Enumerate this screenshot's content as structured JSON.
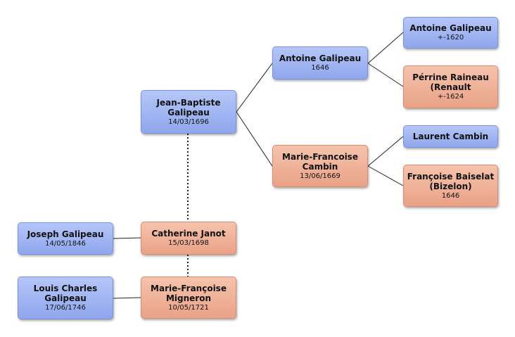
{
  "people": {
    "jean_baptiste": {
      "name": "Jean-Baptiste Galipeau",
      "date": "14/03/1696"
    },
    "antoine_1646": {
      "name": "Antoine Galipeau",
      "date": "1646"
    },
    "antoine_1620": {
      "name": "Antoine Galipeau",
      "date": "+-1620"
    },
    "perrine": {
      "name": "Pérrine Raineau (Renault",
      "date": "+-1624"
    },
    "marie_francoise_cambin": {
      "name": "Marie-Francoise Cambin",
      "date": "13/06/1669"
    },
    "laurent": {
      "name": "Laurent Cambin",
      "date": ""
    },
    "francoise": {
      "name": "Françoise Baiselat (Bizelon)",
      "date": "1646"
    },
    "joseph": {
      "name": "Joseph Galipeau",
      "date": "14/05/1846"
    },
    "catherine": {
      "name": "Catherine Janot",
      "date": "15/03/1698"
    },
    "louis_charles": {
      "name": "Louis Charles Galipeau",
      "date": "17/06/1746"
    },
    "marie_francoise_migneron": {
      "name": "Marie-Françoise Migneron",
      "date": "10/05/1721"
    }
  },
  "colors": {
    "male": "#9db2f0",
    "female": "#f0b198",
    "line": "#222222"
  }
}
